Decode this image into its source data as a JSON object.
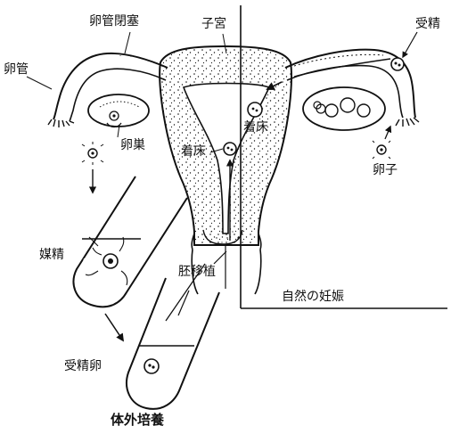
{
  "labels": {
    "tube_occlusion": "卵管閉塞",
    "uterus": "子宮",
    "fertilization": "受精",
    "fallopian_tube": "卵管",
    "ovary": "卵巣",
    "implantation_left": "着床",
    "implantation_right": "着床",
    "egg": "卵子",
    "insemination": "媒精",
    "embryo_transfer": "胚移植",
    "natural_pregnancy": "自然の妊娠",
    "fertilized_egg": "受精卵",
    "ivf": "体外培養"
  },
  "colors": {
    "ink": "#111111",
    "paper": "#ffffff"
  }
}
